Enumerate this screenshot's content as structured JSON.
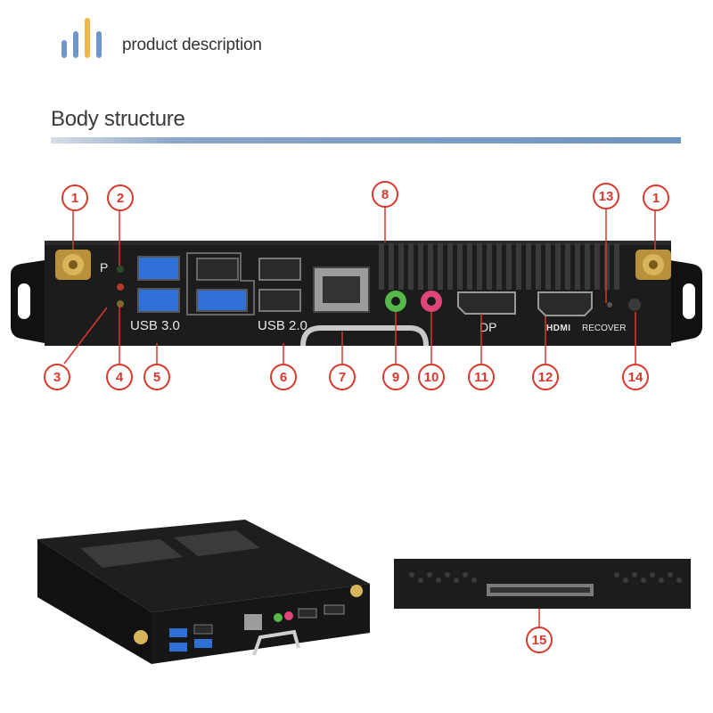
{
  "header": {
    "text": "product description"
  },
  "section": {
    "title": "Body structure"
  },
  "port_labels": {
    "p": "P",
    "usb3": "USB 3.0",
    "usb2": "USB 2.0",
    "dp": "DP",
    "hdmi": "HDMI",
    "recover": "RECOVER"
  },
  "callouts": {
    "c1a": "1",
    "c2": "2",
    "c8": "8",
    "c13": "13",
    "c1b": "1",
    "c3": "3",
    "c4": "4",
    "c5": "5",
    "c6": "6",
    "c7": "7",
    "c9": "9",
    "c10": "10",
    "c11": "11",
    "c12": "12",
    "c14": "14",
    "c15": "15"
  },
  "colors": {
    "callout": "#d9382d",
    "usb3_port": "#2f6fd6",
    "audio_line_out": "#56b84a",
    "audio_mic": "#e0457a",
    "title_bar": "#6d93c0",
    "chassis": "#1a1a1a"
  }
}
